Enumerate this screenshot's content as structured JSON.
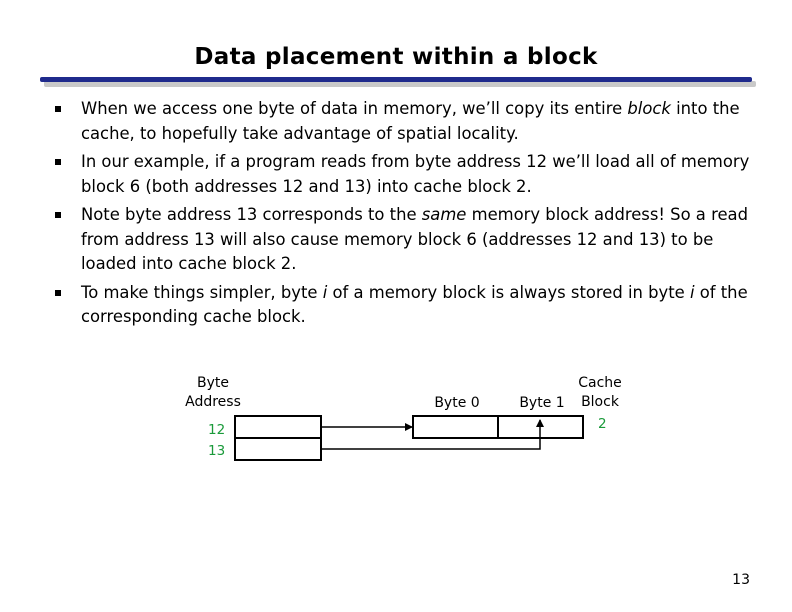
{
  "slide": {
    "title": "Data placement within a block",
    "page_number": "13",
    "bullets": [
      [
        {
          "t": "When we access one byte of data in memory, we’ll copy its entire "
        },
        {
          "t": "block",
          "i": true
        },
        {
          "t": " into the cache, to hopefully take advantage of spatial locality."
        }
      ],
      [
        {
          "t": "In our example, if a program reads from byte address 12 we’ll load all of memory block 6 (both addresses 12 and 13) into cache block 2."
        }
      ],
      [
        {
          "t": "Note byte address 13 corresponds to the "
        },
        {
          "t": "same",
          "i": true
        },
        {
          "t": " memory block address! So a read from address 13 will also cause memory block 6 (addresses 12 and 13) to be loaded into cache block 2."
        }
      ],
      [
        {
          "t": "To make things simpler, byte "
        },
        {
          "t": "i",
          "i": true
        },
        {
          "t": " of a memory block is always stored in byte "
        },
        {
          "t": "i",
          "i": true
        },
        {
          "t": " of the corresponding cache block."
        }
      ]
    ]
  },
  "diagram": {
    "byte_address_label_1": "Byte",
    "byte_address_label_2": "Address",
    "cache_block_label_1": "Cache",
    "cache_block_label_2": "Block",
    "byte0_label": "Byte 0",
    "byte1_label": "Byte 1",
    "address_12": "12",
    "address_13": "13",
    "cache_block_index": "2",
    "address_color": "#1a9a3a"
  }
}
